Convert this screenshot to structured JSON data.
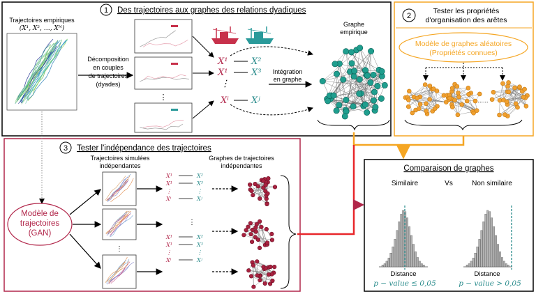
{
  "colors": {
    "black": "#000000",
    "orange": "#f5a623",
    "crimson": "#b1264a",
    "teal": "#2a8c8c",
    "red": "#e8262a",
    "node": "#1f9e8e",
    "orangeNode": "#f0a030",
    "redNode": "#a8223f"
  },
  "panel1": {
    "num": "1",
    "title": "Des trajectoires aux graphes des relations dyadiques"
  },
  "panel2": {
    "num": "2",
    "title_l1": "Tester les propriétés",
    "title_l2": "d'organisation des arêtes",
    "model_l1": "Modèle de graphes aléatoires",
    "model_l2": "(Propriétés connues)",
    "dots": "......"
  },
  "panel3": {
    "num": "3",
    "title": "Tester l'indépendance des trajectoires"
  },
  "panel4": {
    "title": "Comparaison de graphes",
    "left": "Similaire",
    "vs": "Vs",
    "right": "Non similaire",
    "dist1": "Distance",
    "dist2": "Distance",
    "pv1": "p − value ≤ 0,05",
    "pv2": "p − value > 0,05"
  },
  "labels": {
    "emp1": "Trajectoires empiriques",
    "emp2": "(X¹, X², …, Xᴺ)",
    "dec1": "Décomposition",
    "dec2": "en couples",
    "dec3": "de trajectoires",
    "dec4": "(dyades)",
    "int1": "Intégration",
    "int2": "en graphe",
    "ge1": "Graphe",
    "ge2": "empirique",
    "sim1": "Trajectoires simulées",
    "sim2": "indépendantes",
    "gt1": "Graphes de trajectoires",
    "gt2": "indépendantes",
    "gan1": "Modèle de",
    "gan2": "trajectoires",
    "gan3": "(GAN)"
  },
  "dyads": {
    "x1": "X¹",
    "x2": "X²",
    "x3": "X³",
    "xi": "Xⁱ",
    "xj": "Xʲ",
    "vdots": "⋮"
  }
}
